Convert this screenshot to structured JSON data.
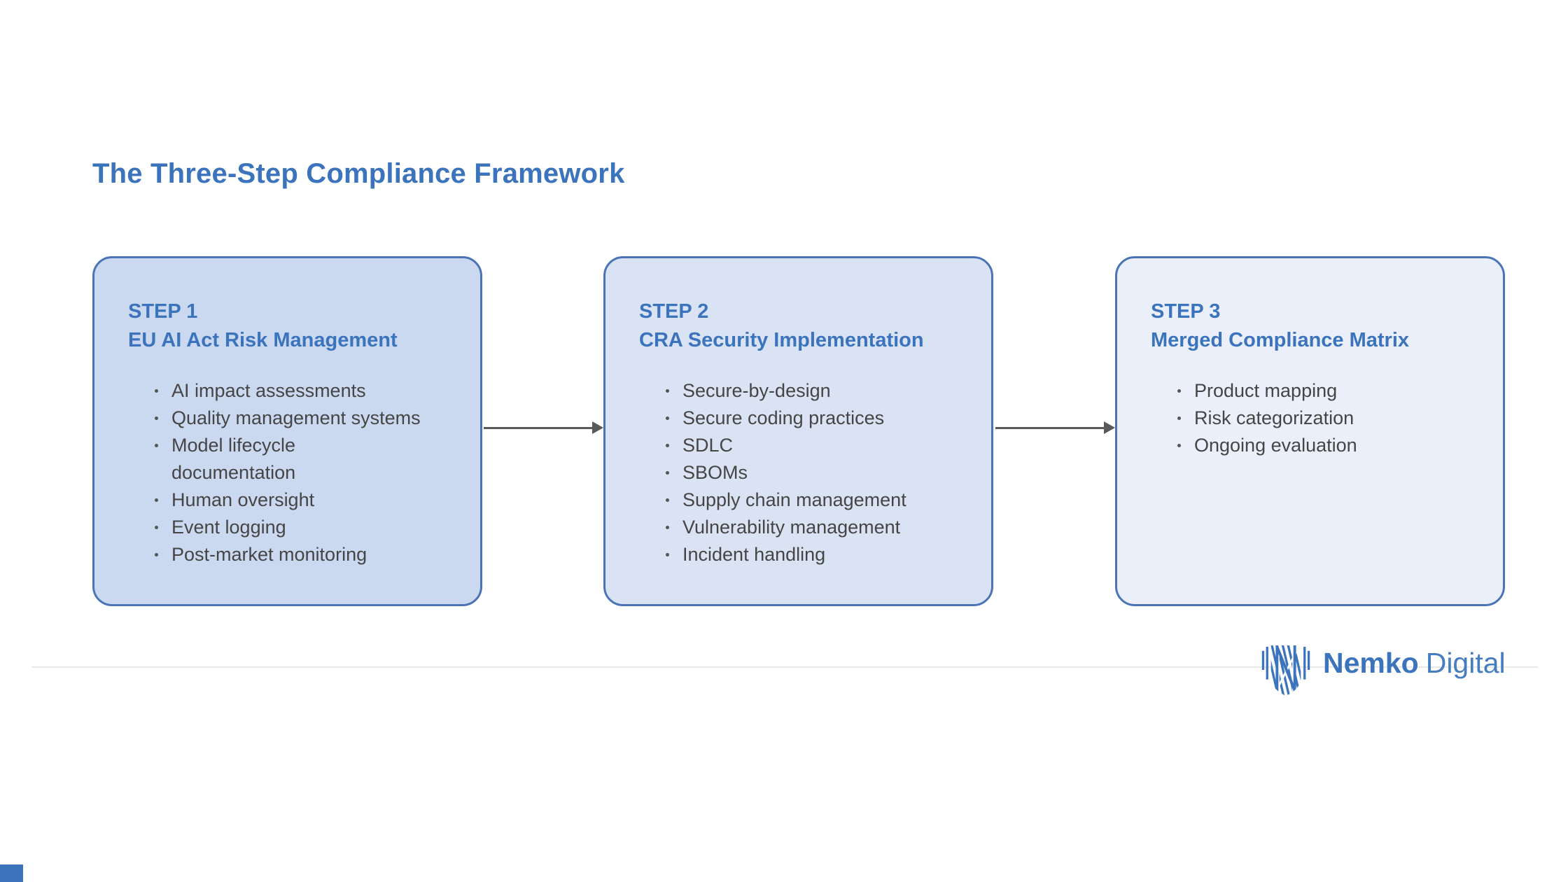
{
  "page": {
    "title": "The Three-Step Compliance Framework"
  },
  "steps": [
    {
      "step_label": "STEP 1",
      "title": "EU AI Act Risk Management",
      "items": [
        "AI impact assessments",
        "Quality management systems",
        "Model lifecycle\ndocumentation",
        "Human oversight",
        "Event logging",
        "Post-market monitoring"
      ]
    },
    {
      "step_label": "STEP 2",
      "title": "CRA Security Implementation",
      "items": [
        "Secure-by-design",
        "Secure coding practices",
        "SDLC",
        "SBOMs",
        "Supply chain management",
        "Vulnerability management",
        "Incident handling"
      ]
    },
    {
      "step_label": "STEP 3",
      "title": "Merged Compliance Matrix",
      "items": [
        "Product mapping",
        "Risk categorization",
        "Ongoing evaluation"
      ]
    }
  ],
  "footer": {
    "brand_bold": "Nemko",
    "brand_regular": "Digital"
  },
  "icons": {
    "shield_logo": "nemko-shield-icon",
    "flow_arrow": "arrow-right-icon"
  },
  "colors": {
    "accent": "#3b74bd",
    "card1-bg": "#cbd9f0",
    "card2-bg": "#dae3f4",
    "card3-bg": "#eaeff9",
    "card-border": "#4a74b6",
    "body-text": "#454545",
    "arrow": "#595959",
    "divider": "#e9e9e7",
    "digital-text": "#467cc0"
  }
}
